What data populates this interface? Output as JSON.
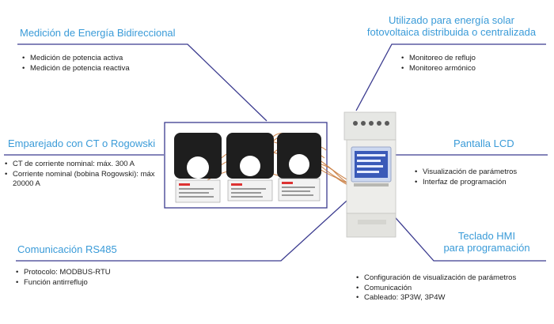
{
  "features": {
    "bidirectional": {
      "title": "Medición de Energía Bidireccional",
      "bullets": [
        "Medición de potencia activa",
        "Medición de potencia reactiva"
      ]
    },
    "ct": {
      "title": "Emparejado con CT o Rogowski",
      "bullets": [
        "CT de corriente nominal: máx. 300 A",
        "Corriente nominal (bobina Rogowski): máx 20000 A"
      ]
    },
    "rs485": {
      "title": "Comunicación RS485",
      "bullets": [
        "Protocolo: MODBUS-RTU",
        "Función antirreflujo"
      ]
    },
    "solar": {
      "title_line1": "Utilizado para energía solar",
      "title_line2": "fotovoltaica distribuida o centralizada",
      "bullets": [
        "Monitoreo de reflujo",
        "Monitoreo armónico"
      ]
    },
    "lcd": {
      "title": "Pantalla LCD",
      "bullets": [
        "Visualización de parámetros",
        "Interfaz de programación"
      ]
    },
    "hmi": {
      "title_line1": "Teclado HMI",
      "title_line2": "para programación",
      "bullets": [
        "Configuración de visualización de parámetros",
        "Comunicación",
        "Cableado: 3P3W, 3P4W"
      ]
    }
  },
  "colors": {
    "title": "#3a9bd8",
    "line": "#3b3b8f",
    "wire": "#c8793a",
    "ct_body": "#1e1e1e"
  }
}
